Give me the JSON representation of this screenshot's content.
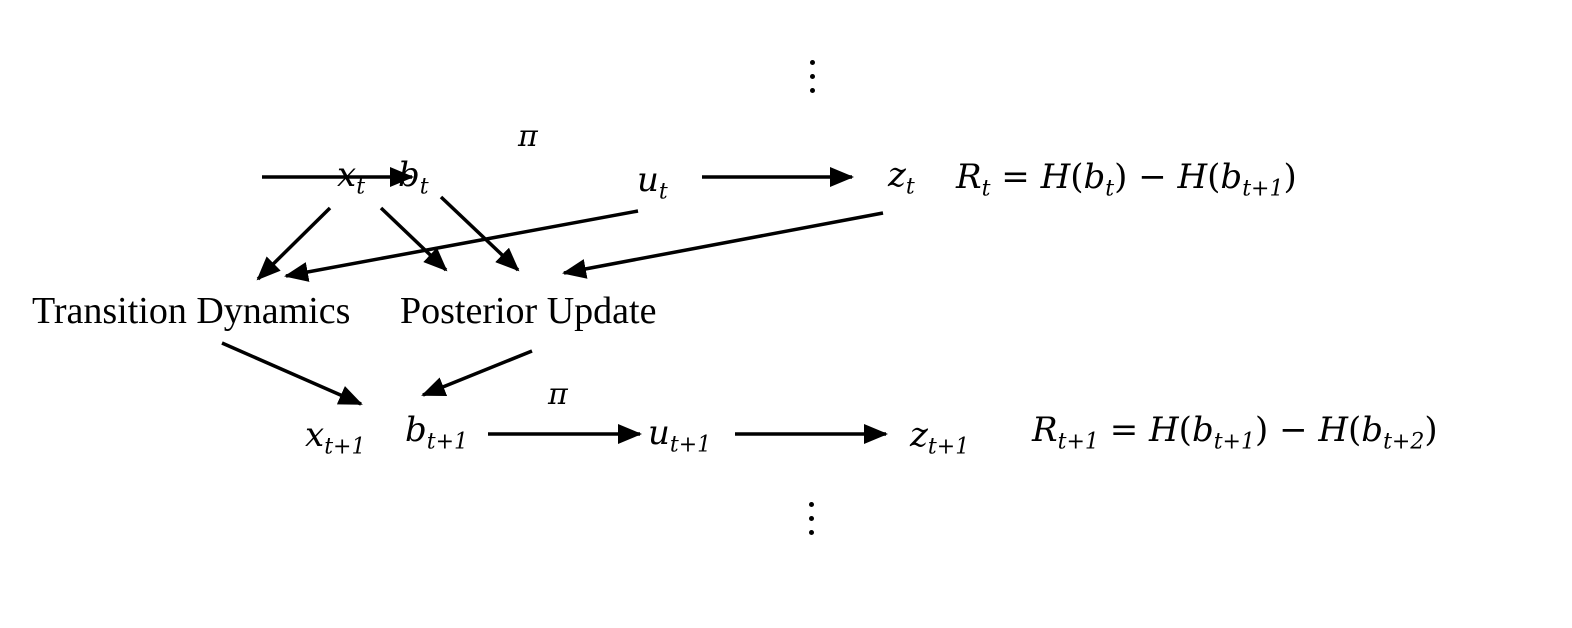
{
  "nodes": {
    "x_t": "t",
    "b_t": "t",
    "u_t": "t",
    "z_t": "t",
    "transition_dynamics": "Transition Dynamics",
    "posterior_update": "Posterior Update",
    "x_t1": "t+1",
    "b_t1": "t+1",
    "u_t1": "t+1",
    "z_t1": "t+1"
  },
  "edge_labels": {
    "policy_top": "π",
    "policy_bottom": "π"
  },
  "equations": {
    "reward_t": {
      "lhs_sub": "t",
      "arg1_sub": "t",
      "arg2_sub": "t+1"
    },
    "reward_t1": {
      "lhs_sub": "t+1",
      "arg1_sub": "t+1",
      "arg2_sub": "t+2"
    }
  }
}
